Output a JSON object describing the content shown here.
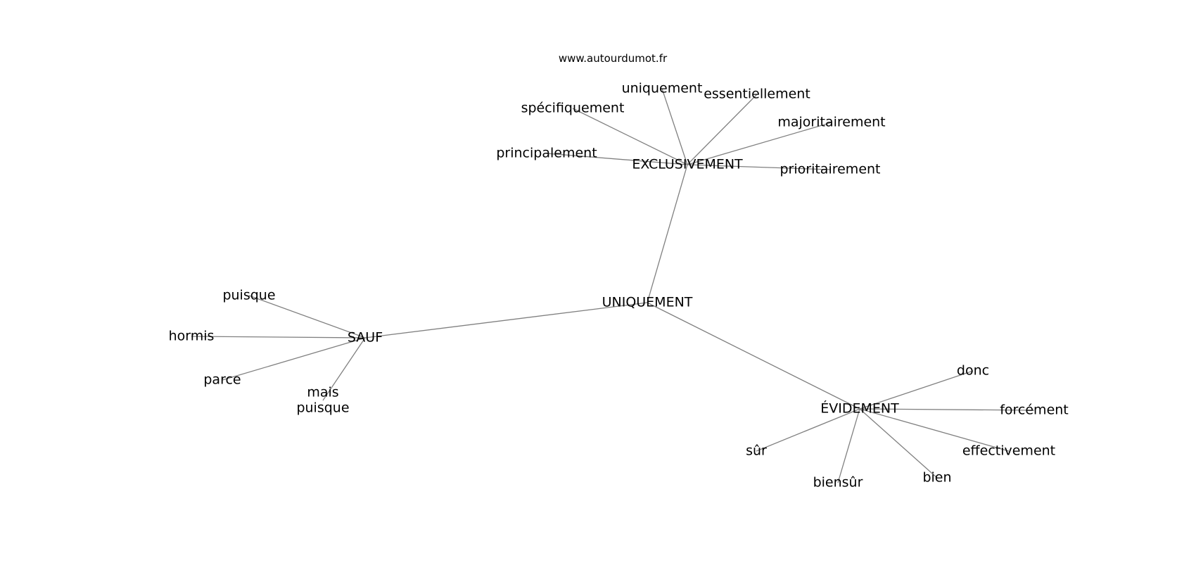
{
  "watermark": "www.autourdumot.fr",
  "nodes": [
    {
      "id": "uniquement_center",
      "label": "UNIQUEMENT"
    },
    {
      "id": "exclusivement",
      "label": "EXCLUSIVEMENT"
    },
    {
      "id": "sauf",
      "label": "SAUF"
    },
    {
      "id": "evidement",
      "label": "ÉVIDEMENT"
    },
    {
      "id": "uniquement_leaf",
      "label": "uniquement"
    },
    {
      "id": "essentiellement",
      "label": "essentiellement"
    },
    {
      "id": "specifiquement",
      "label": "spécifiquement"
    },
    {
      "id": "majoritairement",
      "label": "majoritairement"
    },
    {
      "id": "principalement",
      "label": "principalement"
    },
    {
      "id": "prioritairement",
      "label": "prioritairement"
    },
    {
      "id": "puisque",
      "label": "puisque"
    },
    {
      "id": "hormis",
      "label": "hormis"
    },
    {
      "id": "parce",
      "label": "parce"
    },
    {
      "id": "mais_puisque",
      "label": "mais\npuisque"
    },
    {
      "id": "donc",
      "label": "donc"
    },
    {
      "id": "forcement",
      "label": "forcément"
    },
    {
      "id": "effectivement",
      "label": "effectivement"
    },
    {
      "id": "sur",
      "label": "sûr"
    },
    {
      "id": "biensur",
      "label": "biensûr"
    },
    {
      "id": "bien",
      "label": "bien"
    }
  ],
  "edges": [
    [
      "uniquement_center",
      "exclusivement"
    ],
    [
      "uniquement_center",
      "sauf"
    ],
    [
      "uniquement_center",
      "evidement"
    ],
    [
      "exclusivement",
      "uniquement_leaf"
    ],
    [
      "exclusivement",
      "essentiellement"
    ],
    [
      "exclusivement",
      "specifiquement"
    ],
    [
      "exclusivement",
      "majoritairement"
    ],
    [
      "exclusivement",
      "principalement"
    ],
    [
      "exclusivement",
      "prioritairement"
    ],
    [
      "sauf",
      "puisque"
    ],
    [
      "sauf",
      "hormis"
    ],
    [
      "sauf",
      "parce"
    ],
    [
      "sauf",
      "mais_puisque"
    ],
    [
      "evidement",
      "donc"
    ],
    [
      "evidement",
      "forcement"
    ],
    [
      "evidement",
      "effectivement"
    ],
    [
      "evidement",
      "sur"
    ],
    [
      "evidement",
      "biensur"
    ],
    [
      "evidement",
      "bien"
    ]
  ]
}
